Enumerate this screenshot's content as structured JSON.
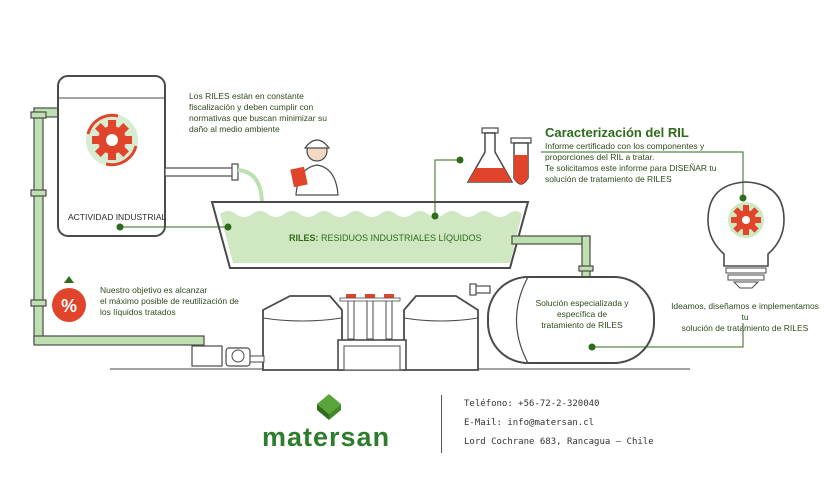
{
  "colors": {
    "green_dark": "#2e6b1a",
    "green_light": "#cfe8c2",
    "pipe": "#bfe0b0",
    "outline": "#4a4a4a",
    "accent_red": "#e0452c",
    "brand_green": "#2e7d2e"
  },
  "labels": {
    "industry_box": "ACTIVIDAD INDUSTRIAL",
    "riles_prefix": "RILES:",
    "riles_full": "RESIDUOS INDUSTRIALES LÍQUIDOS",
    "regulation_text": "Los RILES están en constante\nfiscalización y deben cumplir con\nnormativas que buscan minimizar su\ndaño al medio ambiente",
    "characterization_title": "Caracterización del RIL",
    "characterization_text": "Informe certificado con los componentes y\nproporciones del RIL a tratar.\nTe solicitamos este informe para DISEÑAR tu\nsolución de tratamiento de RILES",
    "objective_text": "Nuestro objetivo es alcanzar\nel máximo posible de reutilización de\nlos líquidos tratados",
    "solution_tank_text": "Solución especializada y\nespecífica de\ntratamiento de RILES",
    "idea_text": "Ideamos, diseñamos e implementamos tu\nsolución de tratamiento de RILES",
    "percent_symbol": "%"
  },
  "icons": {
    "gear": "gear-icon",
    "flask": "flask-icon",
    "test_tube": "test-tube-icon",
    "lightbulb": "lightbulb-icon",
    "percent": "percent-icon",
    "worker": "worker-icon",
    "logo": "matersan-logo-icon"
  },
  "footer": {
    "brand": "matersan",
    "phone": "Teléfono: +56-72-2-320040",
    "email": "E-Mail: info@matersan.cl",
    "address": "Lord Cochrane 683, Rancagua – Chile"
  }
}
